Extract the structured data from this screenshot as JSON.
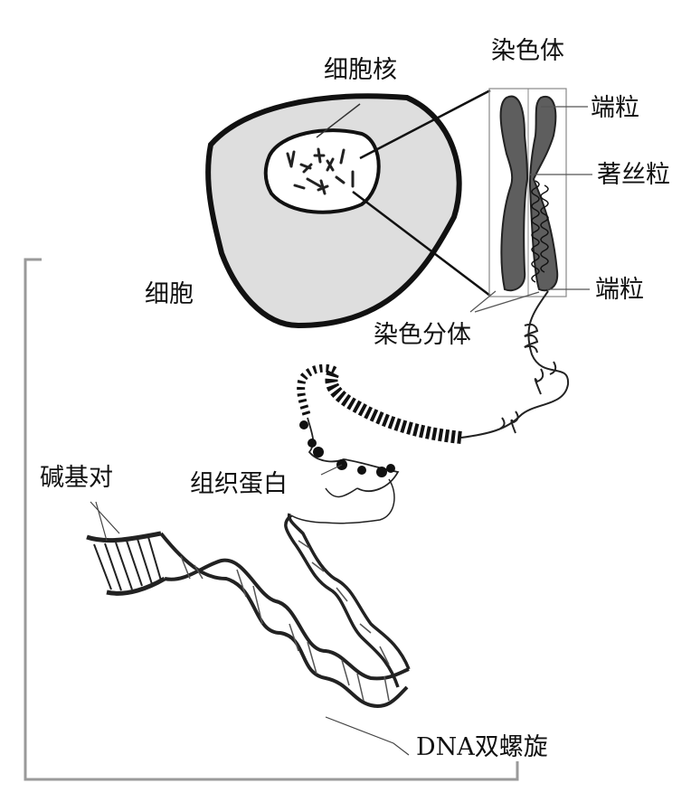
{
  "labels": {
    "nucleus": "细胞核",
    "chromosome": "染色体",
    "telomere_top": "端粒",
    "centromere": "著丝粒",
    "telomere_bottom": "端粒",
    "cell": "细胞",
    "chromatid": "染色分体",
    "base_pair": "碱基对",
    "histone": "组织蛋白",
    "dna_helix": "DNA双螺旋"
  },
  "icons": [
    "cell",
    "nucleus",
    "chromosome",
    "chromatin-fiber",
    "histone-beads",
    "dna-double-helix"
  ],
  "colors": {
    "ink": "#111111",
    "cell_fill": "#dedede",
    "chromosome_fill": "#5e5e5e",
    "frame": "#9a9a9a"
  }
}
